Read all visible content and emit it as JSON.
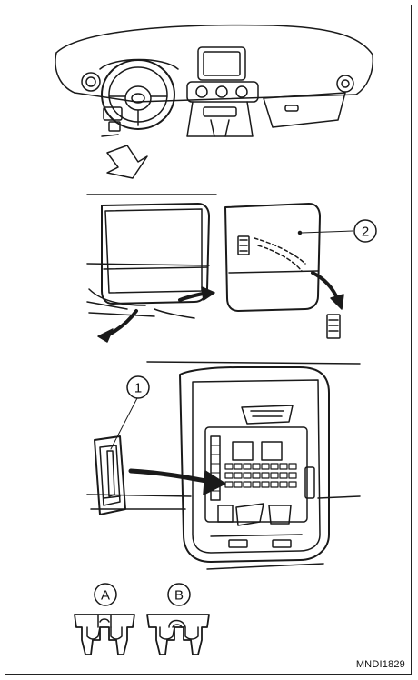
{
  "figure": {
    "id": "MNDI1829",
    "callouts": {
      "one": "1",
      "two": "2",
      "a": "A",
      "b": "B"
    }
  }
}
